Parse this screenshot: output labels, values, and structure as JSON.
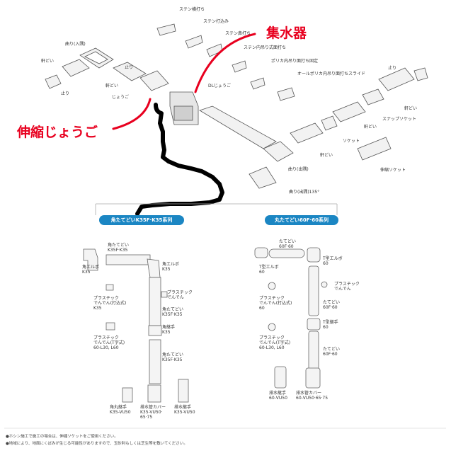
{
  "annotations": {
    "collector": "集水器",
    "extension_joint": "伸縮じょうご"
  },
  "top_parts": {
    "sten_yokouchi": "ステン横打ち",
    "sten_uchikomi": "ステン打込み",
    "sten_hashi": "ステン鼻打ち",
    "sten_naizuri": "ステン内吊り式面打ち",
    "poly_naizuri": "ポリカ内吊り面打ち固定",
    "all_poly_slide": "オールポリカ内吊り面打ちスライド",
    "mawari_irisumi": "曲り(入隅)",
    "nokidoi_left": "軒どい",
    "tomari_left": "止り",
    "tomari_mid": "止り",
    "jougo": "じょうご",
    "dl_jougo": "DLじょうご",
    "tomari_right": "止り",
    "nokidoi_right": "軒どい",
    "snap_socket": "スナップソケット",
    "nokidoi_r2": "軒どい",
    "socket": "ソケット",
    "nokidoi_r3": "軒どい",
    "shinshuku_socket": "伸縮ソケット",
    "mawari_desumi": "曲り(出隅)",
    "mawari_desumi_135": "曲り(出隅)135°"
  },
  "series": {
    "kaku": "角たてどいK35F·K35系列",
    "maru": "丸たてどい60F·60系列"
  },
  "kaku_parts": {
    "kaku_tatedoi_top": "角たてどい\nK35F·K35",
    "kaku_elbow_left": "角エルボ\nK35",
    "kaku_elbow_right": "角エルボ\nK35",
    "plastic_dende_uchikomi": "プラスチック\nでんでん(打込式)\nK35",
    "plastic_dende_right": "プラスチック\nでんでん",
    "kaku_tatedoi_mid": "角たてどい\nK35F·K35",
    "kaku_tsugite": "角継手\nK35",
    "plastic_dende_t": "プラスチック\nでんでん(T字式)\n60-L30, L60",
    "kaku_tatedoi_low": "角たてどい\nK35F·K35",
    "kakumaru_tsugite": "角丸継手\nK35-VU50",
    "haisui_cover": "排水管カバー\nK35-VU50·\n65·75",
    "haisui_tsugite": "排水継手\nK35-VU50"
  },
  "maru_parts": {
    "tatedoi_top": "たてどい\n60F·60",
    "t_elbow_left": "T型エルボ\n60",
    "t_elbow_right": "T型エルボ\n60",
    "plastic_dende_uchikomi": "プラスチック\nでんでん(打込式)\n60",
    "plastic_dende_right": "プラスチック\nでんでん",
    "tatedoi_mid": "たてどい\n60F·60",
    "t_tsugite": "T型継手\n60",
    "plastic_dende_t": "プラスチック\nでんでん(T字式)\n60-L30, L60",
    "tatedoi_low": "たてどい\n60F·60",
    "haisui_tsugite": "排水継手\n60-VU50",
    "haisui_cover": "排水管カバー\n60-VU50·65·75"
  },
  "notes": [
    "●ホシン施工で施工の場合は、伸縮ソケットをご使用ください。",
    "●地域により、地面にくぼみが生じる可能性がありますので、玉砂利もしくは芝生等を敷いてください。"
  ],
  "colors": {
    "annotation_red": "#e8001f",
    "series_blue": "#1b86c3",
    "marker_black": "#000000"
  }
}
